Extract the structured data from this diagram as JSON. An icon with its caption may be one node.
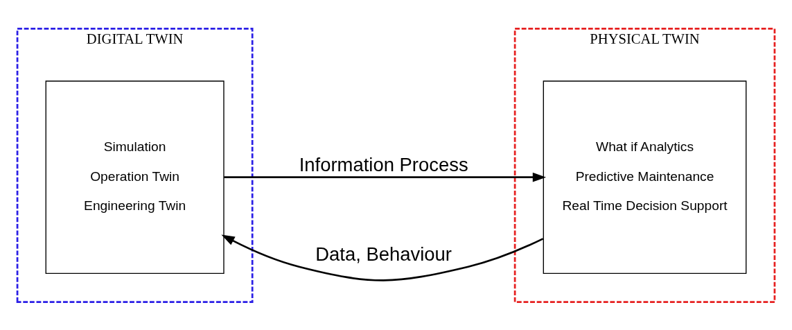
{
  "diagram": {
    "nodes": [
      {
        "text": [
          "DIGITAL TWIN"
        ]
      },
      {
        "text": [
          "Simulation",
          "Operation Twin",
          "Engineering Twin"
        ],
        "in": 0
      },
      {
        "text": [
          "PHYSICAL TWIN"
        ]
      },
      {
        "text": [
          "What if Analytics",
          "Predictive Maintenance",
          "Real Time Decision Support"
        ],
        "in": 2
      }
    ],
    "edges": [
      {
        "from": 3,
        "to": 1,
        "label": "Data, Behaviour",
        "arrow": "to"
      },
      {
        "from": 1,
        "to": 3,
        "label": "Information Process",
        "arrow": "to"
      }
    ]
  }
}
